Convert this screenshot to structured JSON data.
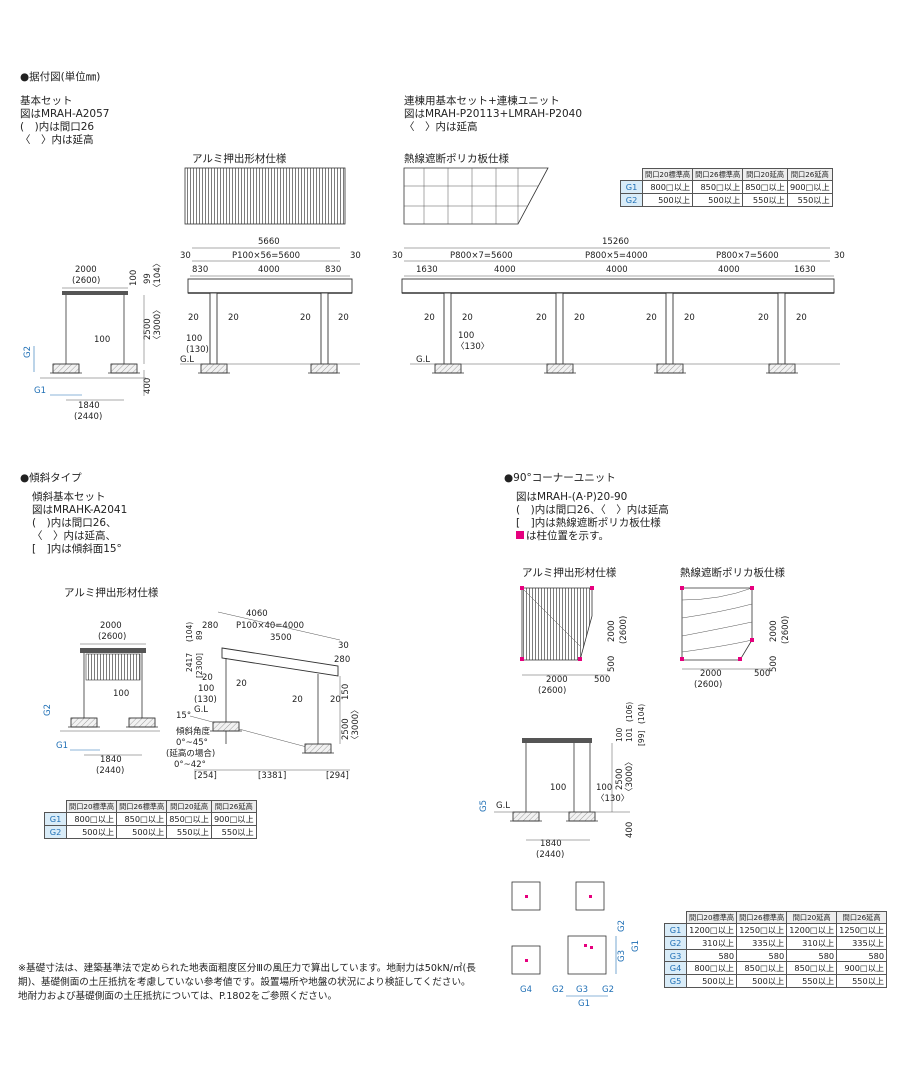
{
  "sections": {
    "installation": {
      "heading": "●据付図(単位㎜)",
      "basic_set": {
        "title": "基本セット",
        "model": "図はMRAH-A2057",
        "note1": "(　)内は間口26",
        "note2": "〈　〉内は延高"
      },
      "linked_set": {
        "title": "連棟用基本セット+連棟ユニット",
        "model": "図はMRAH-P20113+LMRAH-P2040",
        "note1": "〈　〉内は延高"
      },
      "variant_alu": "アルミ押出形材仕様",
      "variant_poly": "熱線遮断ポリカ板仕様"
    },
    "incline": {
      "heading": "●傾斜タイプ",
      "title": "傾斜基本セット",
      "model": "図はMRAHK-A2041",
      "note1": "(　)内は間口26、",
      "note2": "〈　〉内は延高、",
      "note3": "[　]内は傾斜面15°",
      "variant_alu": "アルミ押出形材仕様",
      "angle_label": "傾斜角度",
      "angle_range": "0°~45°",
      "angle_ext_label": "(延高の場合)",
      "angle_ext_range": "0°~42°"
    },
    "corner": {
      "heading": "●90°コーナーユニット",
      "model": "図はMRAH-(A·P)20-90",
      "note1": "(　)内は間口26、〈　〉内は延高",
      "note2": "[　]内は熱線遮断ポリカ板仕様",
      "note3": "は柱位置を示す。",
      "variant_alu": "アルミ押出形材仕様",
      "variant_poly": "熱線遮断ポリカ板仕様"
    }
  },
  "dims": {
    "w2000": "2000",
    "w2600": "(2600)",
    "d99": "99",
    "d104": "〈104〉",
    "d100": "100",
    "h2500": "2500",
    "h3000": "〈3000〉",
    "d400": "400",
    "w1840": "1840",
    "w2440": "(2440)",
    "gl": "G.L",
    "d130": "(130)",
    "d130b": "〈130〉",
    "arrow20": "20",
    "d30": "30",
    "main_total": "5660",
    "main_pitch": "P100×56=5600",
    "d830": "830",
    "d4000": "4000",
    "link_total": "15260",
    "link_p1": "P800×7=5600",
    "link_p2": "P800×5=4000",
    "link_p3": "P800×7=5600",
    "d1630": "1630",
    "inc_total": "4060",
    "inc_pitch": "P100×40=4000",
    "d280": "280",
    "d3500": "3500",
    "inc_h1": "2417",
    "inc_h1b": "[2300]",
    "inc_d104": "(104)",
    "inc_d89": "89",
    "d150": "150",
    "d15deg": "15°",
    "b254": "[254]",
    "b3381": "[3381]",
    "b294": "[294]",
    "c500": "500",
    "c101": "101",
    "c106": "(106)",
    "c99b": "[99]",
    "c104b": "(104)",
    "c2600": "(2600)"
  },
  "labels": {
    "g1": "G1",
    "g2": "G2",
    "g3": "G3",
    "g4": "G4",
    "g5": "G5"
  },
  "tables": {
    "main": {
      "columns": [
        "間口20標準高",
        "間口26標準高",
        "間口20延高",
        "間口26延高"
      ],
      "rows": [
        {
          "label": "G1",
          "values": [
            "800□以上",
            "850□以上",
            "850□以上",
            "900□以上"
          ]
        },
        {
          "label": "G2",
          "values": [
            "500以上",
            "500以上",
            "550以上",
            "550以上"
          ]
        }
      ]
    },
    "incline": {
      "columns": [
        "間口20標準高",
        "間口26標準高",
        "間口20延高",
        "間口26延高"
      ],
      "rows": [
        {
          "label": "G1",
          "values": [
            "800□以上",
            "850□以上",
            "850□以上",
            "900□以上"
          ]
        },
        {
          "label": "G2",
          "values": [
            "500以上",
            "500以上",
            "550以上",
            "550以上"
          ]
        }
      ]
    },
    "corner": {
      "columns": [
        "間口20標準高",
        "間口26標準高",
        "間口20延高",
        "間口26延高"
      ],
      "rows": [
        {
          "label": "G1",
          "values": [
            "1200□以上",
            "1250□以上",
            "1200□以上",
            "1250□以上"
          ]
        },
        {
          "label": "G2",
          "values": [
            "310以上",
            "335以上",
            "310以上",
            "335以上"
          ]
        },
        {
          "label": "G3",
          "values": [
            "580",
            "580",
            "580",
            "580"
          ]
        },
        {
          "label": "G4",
          "values": [
            "800□以上",
            "850□以上",
            "850□以上",
            "900□以上"
          ]
        },
        {
          "label": "G5",
          "values": [
            "500以上",
            "500以上",
            "550以上",
            "550以上"
          ]
        }
      ]
    }
  },
  "footnote": "※基礎寸法は、建築基準法で定められた地表面粗度区分Ⅲの風圧力で算出しています。地耐力は50kN/㎡(長期)、基礎側面の土圧抵抗を考慮していない参考値です。設置場所や地盤の状況により検証してください。地耐力および基礎側面の土圧抵抗については、P.1802をご参照ください。",
  "colors": {
    "accent_blue": "#1f6fb5",
    "column_marker": "#e6007e"
  }
}
